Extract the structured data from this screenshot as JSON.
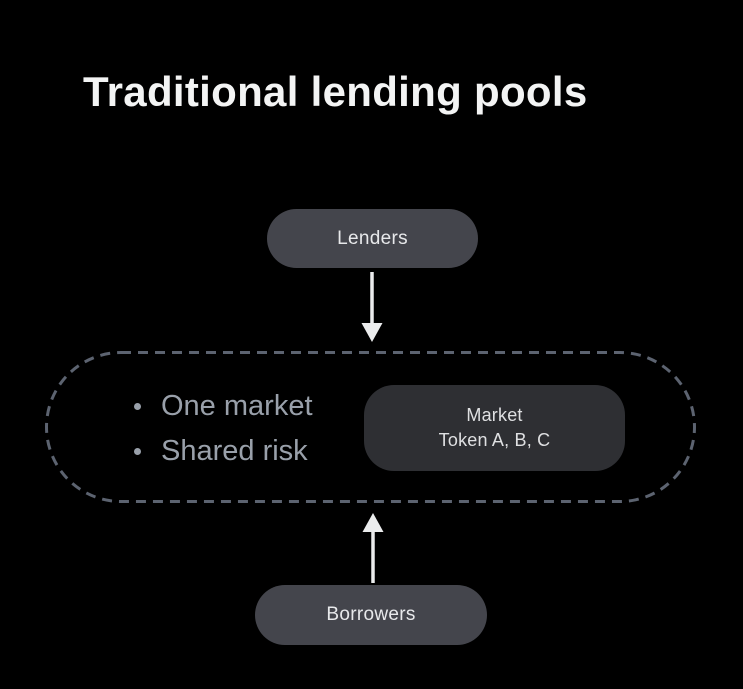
{
  "page": {
    "background_color": "#000000"
  },
  "title": {
    "text": "Traditional lending pools",
    "color": "#f3f4f4"
  },
  "diagram": {
    "lenders": {
      "label": "Lenders",
      "fill_color": "#44454c",
      "text_color": "#e8e9eb"
    },
    "borrowers": {
      "label": "Borrowers",
      "fill_color": "#44454c",
      "text_color": "#e8e9eb"
    },
    "pool": {
      "border_color": "#5c6370",
      "border_style": "dashed",
      "bullets": [
        "One market",
        "Shared risk"
      ],
      "bullet_text_color": "#99a0aa",
      "market": {
        "line1": "Market",
        "line2": "Token A, B, C",
        "fill_color": "#2e2f33",
        "text_color": "#dfe0e2"
      }
    },
    "arrows": {
      "color": "#ebeced"
    }
  }
}
